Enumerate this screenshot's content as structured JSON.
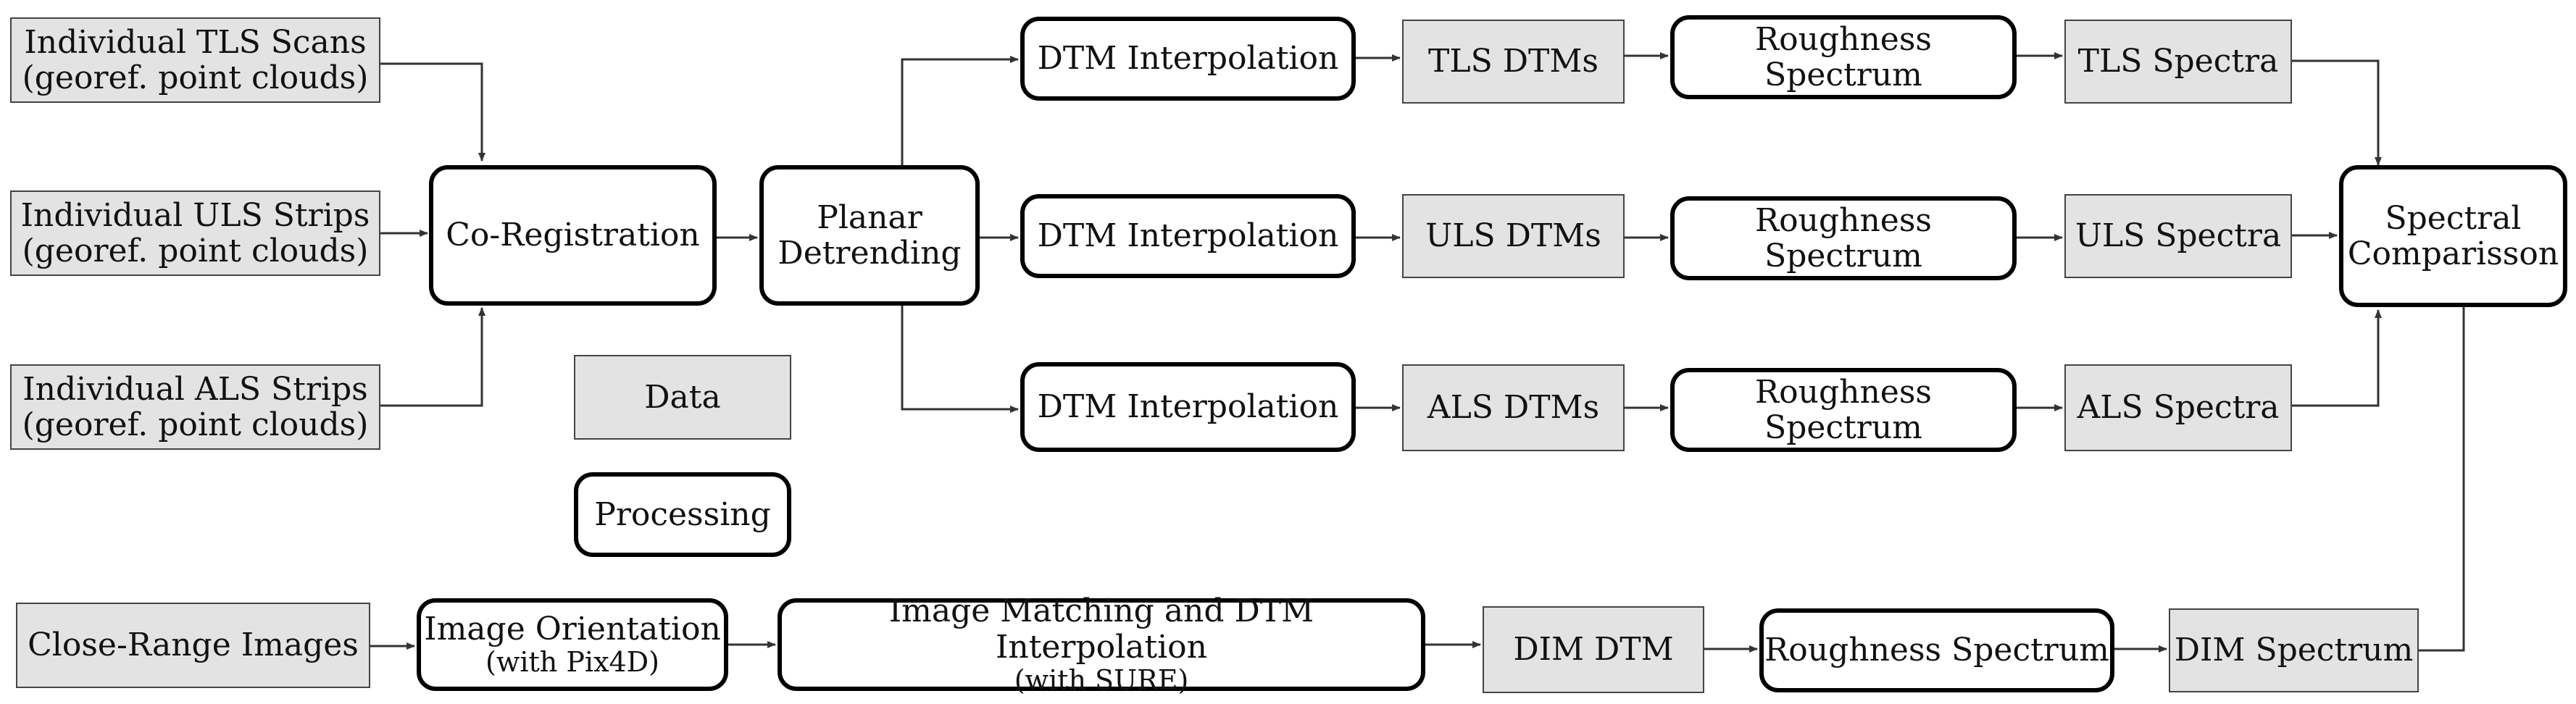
{
  "inputs": {
    "tls": {
      "line1": "Individual TLS Scans",
      "line2": "(georef. point clouds)"
    },
    "uls": {
      "line1": "Individual ULS Strips",
      "line2": "(georef. point clouds)"
    },
    "als": {
      "line1": "Individual ALS Strips",
      "line2": "(georef. point clouds)"
    }
  },
  "coregistration": "Co-Registration",
  "detrending": {
    "line1": "Planar",
    "line2": "Detrending"
  },
  "legend": {
    "data": "Data",
    "processing": "Processing"
  },
  "rows": {
    "tls": {
      "interp": "DTM Interpolation",
      "dtm": "TLS DTMs",
      "rough": "Roughness Spectrum",
      "spectra": "TLS Spectra"
    },
    "uls": {
      "interp": "DTM Interpolation",
      "dtm": "ULS DTMs",
      "rough": "Roughness Spectrum",
      "spectra": "ULS Spectra"
    },
    "als": {
      "interp": "DTM Interpolation",
      "dtm": "ALS DTMs",
      "rough": "Roughness Spectrum",
      "spectra": "ALS Spectra"
    }
  },
  "comparison": {
    "line1": "Spectral",
    "line2": "Comparisson"
  },
  "images": {
    "close_range": "Close-Range Images",
    "orientation": {
      "line1": "Image Orientation",
      "line2": "(with Pix4D)"
    },
    "matching": {
      "line1": "Image Matching and DTM Interpolation",
      "line2": "(with SURE)"
    },
    "dim_dtm": "DIM DTM",
    "rough": "Roughness Spectrum",
    "dim_spectrum": "DIM Spectrum"
  },
  "colors": {
    "data_fill": "#e3e3e3",
    "process_border": "#000000",
    "line": "#333333"
  }
}
